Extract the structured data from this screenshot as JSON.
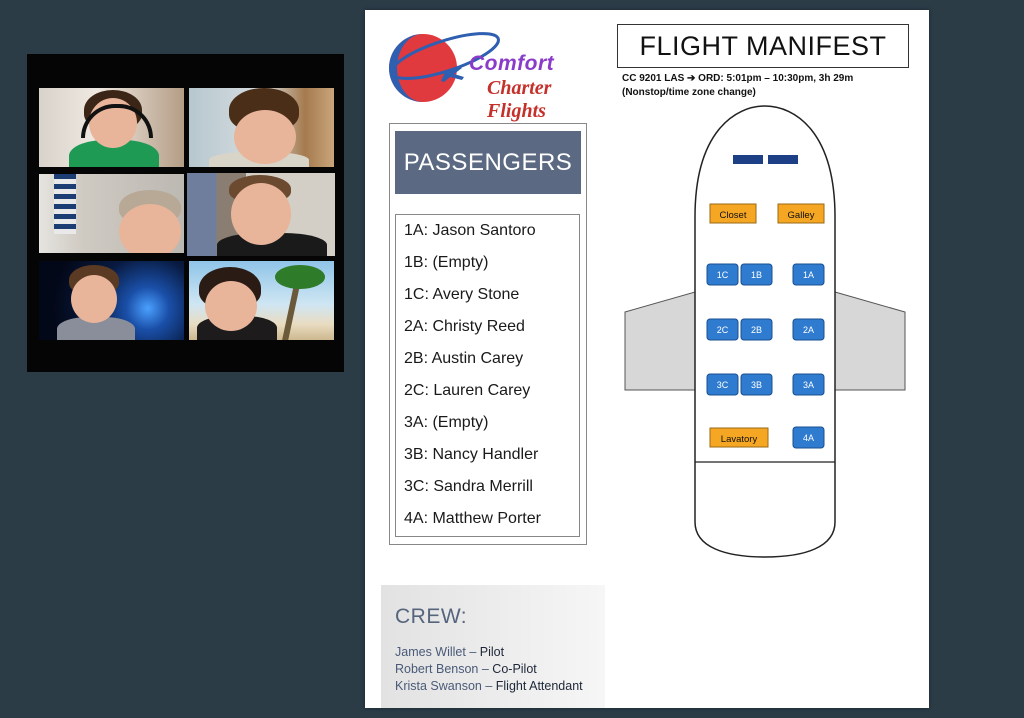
{
  "video_call": {
    "participants": [
      {
        "id": "p1",
        "active": false
      },
      {
        "id": "p2",
        "active": false
      },
      {
        "id": "p3",
        "active": false
      },
      {
        "id": "p4",
        "active": true
      },
      {
        "id": "p5",
        "active": false
      },
      {
        "id": "p6",
        "active": false
      }
    ]
  },
  "manifest": {
    "logo": {
      "line1": "Comfort",
      "line2": "Charter Flights"
    },
    "title": "FLIGHT MANIFEST",
    "flight_line1": "CC 9201 LAS ➔ ORD: 5:01pm – 10:30pm,  3h 29m",
    "flight_line2": "(Nonstop/time zone change)",
    "passengers_header": "PASSENGERS",
    "passengers": [
      "1A: Jason Santoro",
      "1B: (Empty)",
      "1C: Avery Stone",
      "2A: Christy Reed",
      "2B: Austin Carey",
      "2C: Lauren Carey",
      "3A: (Empty)",
      "3B: Nancy Handler",
      "3C: Sandra Merrill",
      "4A: Matthew Porter"
    ],
    "crew_header": "CREW:",
    "crew": [
      {
        "name": "James Willet",
        "role": "Pilot"
      },
      {
        "name": "Robert Benson",
        "role": "Co-Pilot"
      },
      {
        "name": "Krista Swanson",
        "role": "Flight Attendant"
      }
    ],
    "seat_map": {
      "facilities": {
        "closet": "Closet",
        "galley": "Galley",
        "lavatory": "Lavatory"
      },
      "seats": {
        "1C": "1C",
        "1B": "1B",
        "1A": "1A",
        "2C": "2C",
        "2B": "2B",
        "2A": "2A",
        "3C": "3C",
        "3B": "3B",
        "3A": "3A",
        "4A": "4A"
      }
    },
    "colors": {
      "seat": "#2f7bd0",
      "facility": "#f5a623",
      "header": "#5b6a82"
    }
  }
}
